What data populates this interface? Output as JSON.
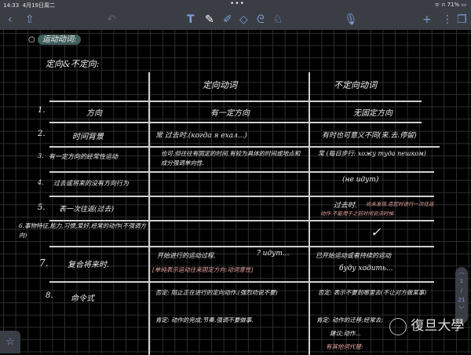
{
  "status": {
    "time": "14:33",
    "date": "4月19日周二",
    "battery": "71%"
  },
  "toolbar": {
    "icons": [
      "back-icon",
      "share-icon",
      "undo-icon",
      "text-tool-icon",
      "pen-icon",
      "highlighter-icon",
      "eraser-icon",
      "lasso-icon",
      "shapes-icon",
      "microphone-icon",
      "add-page-icon",
      "more-icon",
      "pages-icon"
    ]
  },
  "notes": {
    "heading": "运动动词:",
    "subheading": "定向&不定向:",
    "col_headers": [
      "定向动词",
      "不定向动词"
    ],
    "rows": [
      {
        "num": "1.",
        "label": "方向",
        "def": "有一定方向",
        "indef": "无固定方向"
      },
      {
        "num": "2.",
        "label": "时间背景",
        "def": "常 过去时.(когда я ехал...)",
        "indef": "有时也可意义不同(来.去.停留)"
      },
      {
        "num": "3.",
        "label": "有一定方向的经常性运动",
        "def": "也可.但往往有固定的时间.有较为具体的时间或地点和成分强调单向性.",
        "indef": "常 (每日步行: хожу туда пешком)"
      },
      {
        "num": "4.",
        "label": "过去或将来的没有方向行为",
        "def": "",
        "indef": "(не идут)"
      },
      {
        "num": "5.",
        "label": "表一次往返(过去)",
        "def": "",
        "indef": "过去时.",
        "indef_note": "尚未发现.否定时进行一次往返动作.不能用于之前时间说法时候."
      },
      {
        "num": "6.",
        "label": "事物特征,能力,习惯,爱好,经常的动作(不强调方向)",
        "def": "",
        "indef": "✓"
      },
      {
        "num": "7.",
        "label": "复合将来时.",
        "def": "开始进行的运动过程.",
        "def_q": "? идут...",
        "def_note": "[单纯表示运动往来固定方向:动词意性]",
        "indef": "已开始运动或者持续的运动",
        "indef2": "буду ходить..."
      },
      {
        "num": "8.",
        "label": "命令式",
        "def": "否定: 阻止正在进行的定向动作.(强烈劝说不要)",
        "def2": "肯定: 动作的完成;节奏.强调不要做事.",
        "indef": "否定: 表示不要到哪里去(不让对方做某事)",
        "indef2": "肯定: 动作的迁移;经常去;",
        "indef3": "建议;动作...",
        "indef4": "有其他词代替:"
      }
    ]
  },
  "pager": {
    "current": "1",
    "total": "21"
  },
  "watermark": "復旦大學"
}
